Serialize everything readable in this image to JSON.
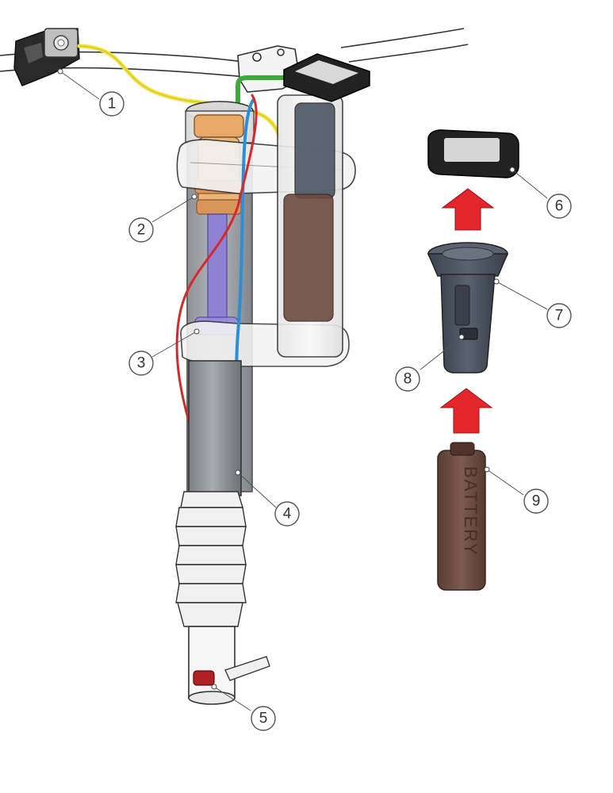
{
  "callouts": [
    {
      "id": "1",
      "label": "1"
    },
    {
      "id": "2",
      "label": "2"
    },
    {
      "id": "3",
      "label": "3"
    },
    {
      "id": "4",
      "label": "4"
    },
    {
      "id": "5",
      "label": "5"
    },
    {
      "id": "6",
      "label": "6"
    },
    {
      "id": "7",
      "label": "7"
    },
    {
      "id": "8",
      "label": "8"
    },
    {
      "id": "9",
      "label": "9"
    }
  ],
  "battery_label": "BATTERY",
  "colors": {
    "wire_yellow": "#f2e33a",
    "wire_green": "#3cab3c",
    "wire_blue": "#2a8fd6",
    "wire_red": "#d62a2a",
    "arrow_red": "#e3262c",
    "battery_brown": "#6b4a3f",
    "holder_grey": "#4b5563",
    "valve_orange": "#e8a86a",
    "seatpost_grey": "#8c8f96",
    "outline": "#333333"
  }
}
